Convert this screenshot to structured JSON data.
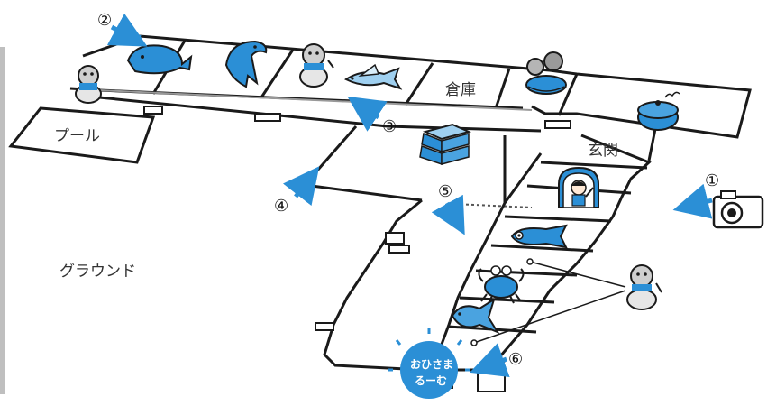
{
  "map": {
    "rooms": {
      "pool": "プール",
      "storage": "倉庫",
      "entrance": "玄関",
      "ground": "グラウンド"
    },
    "markers": {
      "m1": "①",
      "m2": "②",
      "m3": "③",
      "m4": "④",
      "m5": "⑤",
      "m6": "⑥"
    },
    "badge": {
      "line1": "おひさま",
      "line2": "るーむ"
    }
  },
  "colors": {
    "accent": "#2b8fd6",
    "wall": "#1a1a1a",
    "corridor_line": "#999999"
  },
  "icons": [
    "camera-icon",
    "whale-icon",
    "dolphin-icon",
    "flying-fish-icon",
    "otter-icon",
    "octopus-pot-icon",
    "cooking-pot-icon",
    "vaulting-box-icon",
    "girl-window-icon",
    "carp-streamer-icon",
    "crab-icon",
    "goldfish-icon",
    "arrow-icon"
  ]
}
